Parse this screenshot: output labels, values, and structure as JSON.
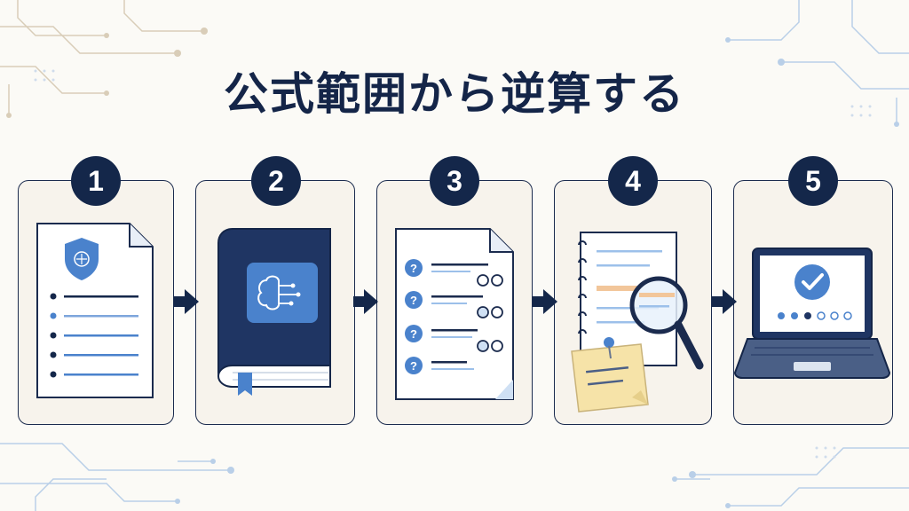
{
  "title": "公式範囲から逆算する",
  "steps": [
    {
      "number": "1",
      "icon": "document-with-ai-shield-icon"
    },
    {
      "number": "2",
      "icon": "book-with-ai-brain-icon"
    },
    {
      "number": "3",
      "icon": "question-sheet-icon"
    },
    {
      "number": "4",
      "icon": "notebook-magnifier-note-icon"
    },
    {
      "number": "5",
      "icon": "laptop-checkmark-icon"
    }
  ],
  "colors": {
    "navy": "#14274a",
    "blue": "#4a82cc",
    "light_blue": "#9cc0ea",
    "card_bg": "#f7f3ec",
    "note_yellow": "#f6e3a8",
    "highlight_orange": "#f2c69a"
  }
}
